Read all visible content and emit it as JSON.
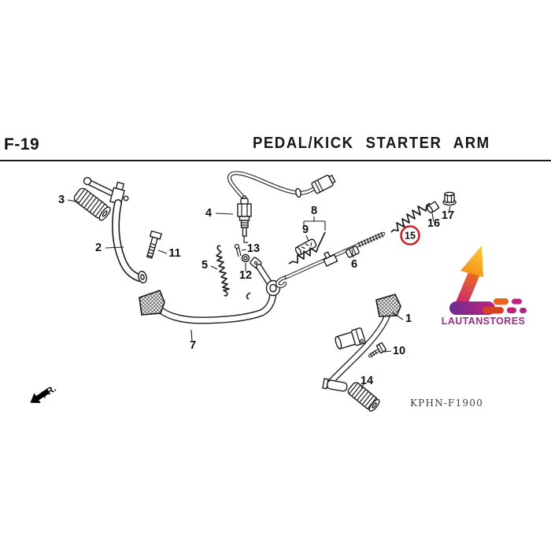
{
  "header": {
    "page_code": "F-19",
    "title": "PEDAL/KICK STARTER ARM"
  },
  "footer": {
    "diagram_code": "KPHN-F1900",
    "direction_label": "FR."
  },
  "watermark": {
    "brand": "LAUTANSTORES",
    "colors": {
      "purple": "#6b2d91",
      "magenta": "#c22280",
      "orange": "#ef6c1c",
      "yellow": "#fdc92f",
      "text": "#9c2d8b"
    }
  },
  "highlight": {
    "circled_part_ref": "15",
    "circle_color": "#cc2128"
  },
  "parts": [
    {
      "ref": "1"
    },
    {
      "ref": "2"
    },
    {
      "ref": "3"
    },
    {
      "ref": "4"
    },
    {
      "ref": "5"
    },
    {
      "ref": "6"
    },
    {
      "ref": "7"
    },
    {
      "ref": "8"
    },
    {
      "ref": "9"
    },
    {
      "ref": "10"
    },
    {
      "ref": "11"
    },
    {
      "ref": "12"
    },
    {
      "ref": "13"
    },
    {
      "ref": "14"
    },
    {
      "ref": "15"
    },
    {
      "ref": "16"
    },
    {
      "ref": "17"
    }
  ]
}
